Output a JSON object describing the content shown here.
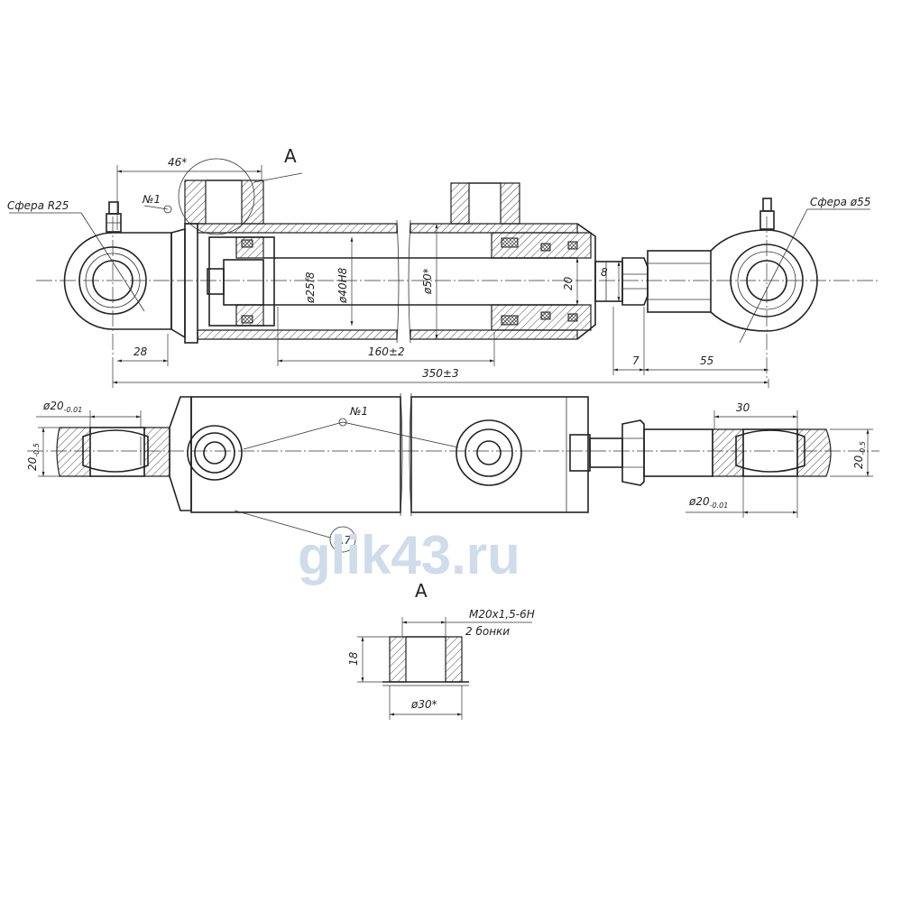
{
  "section_label_top": "А",
  "view_label_bottom": "А",
  "watermark": "glik43.ru",
  "labels": {
    "sphere_left": "Сфера R25",
    "sphere_right": "Сфера ø55",
    "port_ref_top": "№1",
    "port_ref_mid": "№1",
    "part_ref": "п.7",
    "thread": "М20х1,5-6Н",
    "bosses_count": "2 бонки"
  },
  "dimensions": {
    "d46": "46*",
    "d28": "28",
    "d160": "160±2",
    "d350": "350±3",
    "d7": "7",
    "d55": "55",
    "d8": "8",
    "d20_rod": "20",
    "rod_dia": "ø25f8",
    "bore_dia": "ø40H8",
    "outer_dia": "ø50*",
    "pin_left_dia": "ø20",
    "pin_left_tol": "-0.01",
    "width_left": "20",
    "width_left_tol": "-0.5",
    "d30": "30",
    "width_right": "20",
    "width_right_tol": "-0.5",
    "pin_right_dia": "ø20",
    "pin_right_tol": "-0.01",
    "boss_height": "18",
    "boss_dia": "ø30*"
  }
}
